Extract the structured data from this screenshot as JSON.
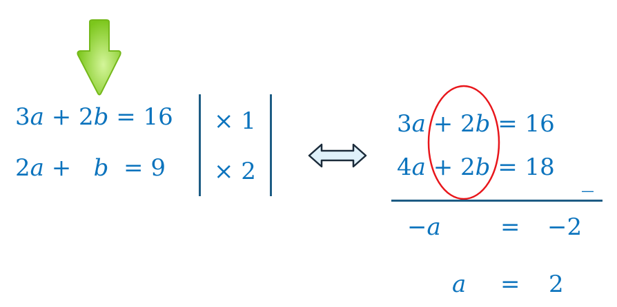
{
  "left_system": {
    "equation_1": [
      {
        "t": "3"
      },
      {
        "t": "a",
        "i": 1
      },
      {
        "t": " + 2"
      },
      {
        "t": "b",
        "i": 1
      },
      {
        "t": " = 16"
      }
    ],
    "equation_2": [
      {
        "t": "2"
      },
      {
        "t": "a",
        "i": 1
      },
      {
        "t": " +   "
      },
      {
        "t": "b",
        "i": 1
      },
      {
        "t": "  = 9"
      }
    ],
    "multiplier_1": "× 1",
    "multiplier_2": "× 2"
  },
  "right_system": {
    "equation_1": [
      {
        "t": "3"
      },
      {
        "t": "a",
        "i": 1
      },
      {
        "t": " + 2"
      },
      {
        "t": "b",
        "i": 1
      },
      {
        "t": " = 16"
      }
    ],
    "equation_2": [
      {
        "t": "4"
      },
      {
        "t": "a",
        "i": 1
      },
      {
        "t": " + 2"
      },
      {
        "t": "b",
        "i": 1
      },
      {
        "t": " = 18"
      }
    ],
    "subtract_sign": "_",
    "result_1": {
      "lhs_sign": "−",
      "lhs_var": "a",
      "eq": "=",
      "rhs": "−2"
    },
    "result_2": {
      "lhs_var": "a",
      "eq": "=",
      "rhs": "2"
    }
  },
  "colors": {
    "text": "#0b73bd",
    "arrow": "#8fd12a",
    "ellipse": "#e8161b",
    "rule": "#1d5c84"
  }
}
